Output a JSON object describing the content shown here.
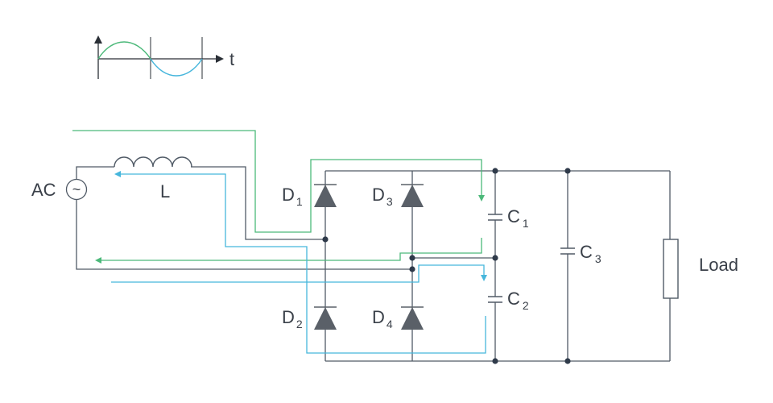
{
  "waveform": {
    "axis_label": "t"
  },
  "labels": {
    "ac": "AC",
    "ac_symbol": "~",
    "inductor": "L",
    "d1": "D",
    "d1_sub": "1",
    "d2": "D",
    "d2_sub": "2",
    "d3": "D",
    "d3_sub": "3",
    "d4": "D",
    "d4_sub": "4",
    "c1": "C",
    "c1_sub": "1",
    "c2": "C",
    "c2_sub": "2",
    "c3": "C",
    "c3_sub": "3",
    "load": "Load"
  },
  "colors": {
    "wire": "#505a66",
    "diode": "#5a6068",
    "positive_half_path": "#4cb97a",
    "negative_half_path": "#46b6dc",
    "text": "#3a4049"
  }
}
